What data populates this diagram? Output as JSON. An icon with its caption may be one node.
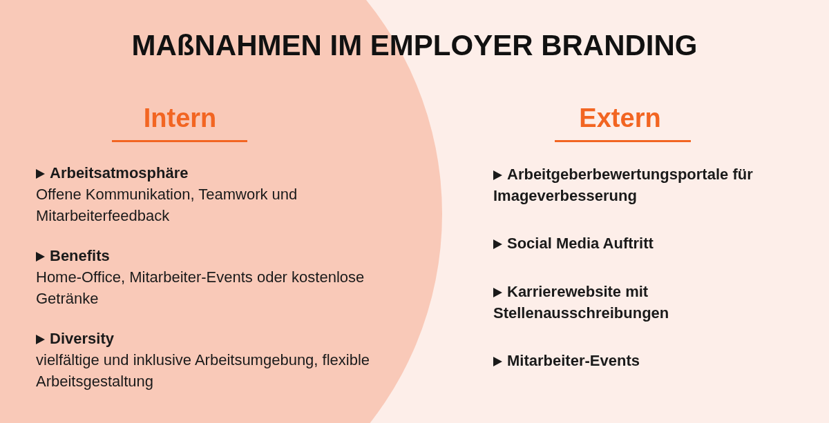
{
  "diagram": {
    "title": "MAßNAHMEN IM EMPLOYER BRANDING",
    "nodes": [
      {
        "text": [
          "Intern",
          "Arbeitsatmosphäre",
          "Offene Kommunikation, Teamwork und Mitarbeiterfeedback",
          "Benefits",
          "Home-Office, Mitarbeiter-Events oder kostenlose Getränke",
          "Diversity",
          "vielfältige und inklusive Arbeitsumgebung, flexible Arbeitsgestaltung"
        ]
      },
      {
        "text": [
          "Extern",
          "Arbeitgeberbewertungsportale für Imageverbesserung",
          "Social Media Auftritt",
          "Karrierewebsite mit Stellenausschreibungen",
          "Mitarbeiter-Events"
        ]
      }
    ]
  }
}
